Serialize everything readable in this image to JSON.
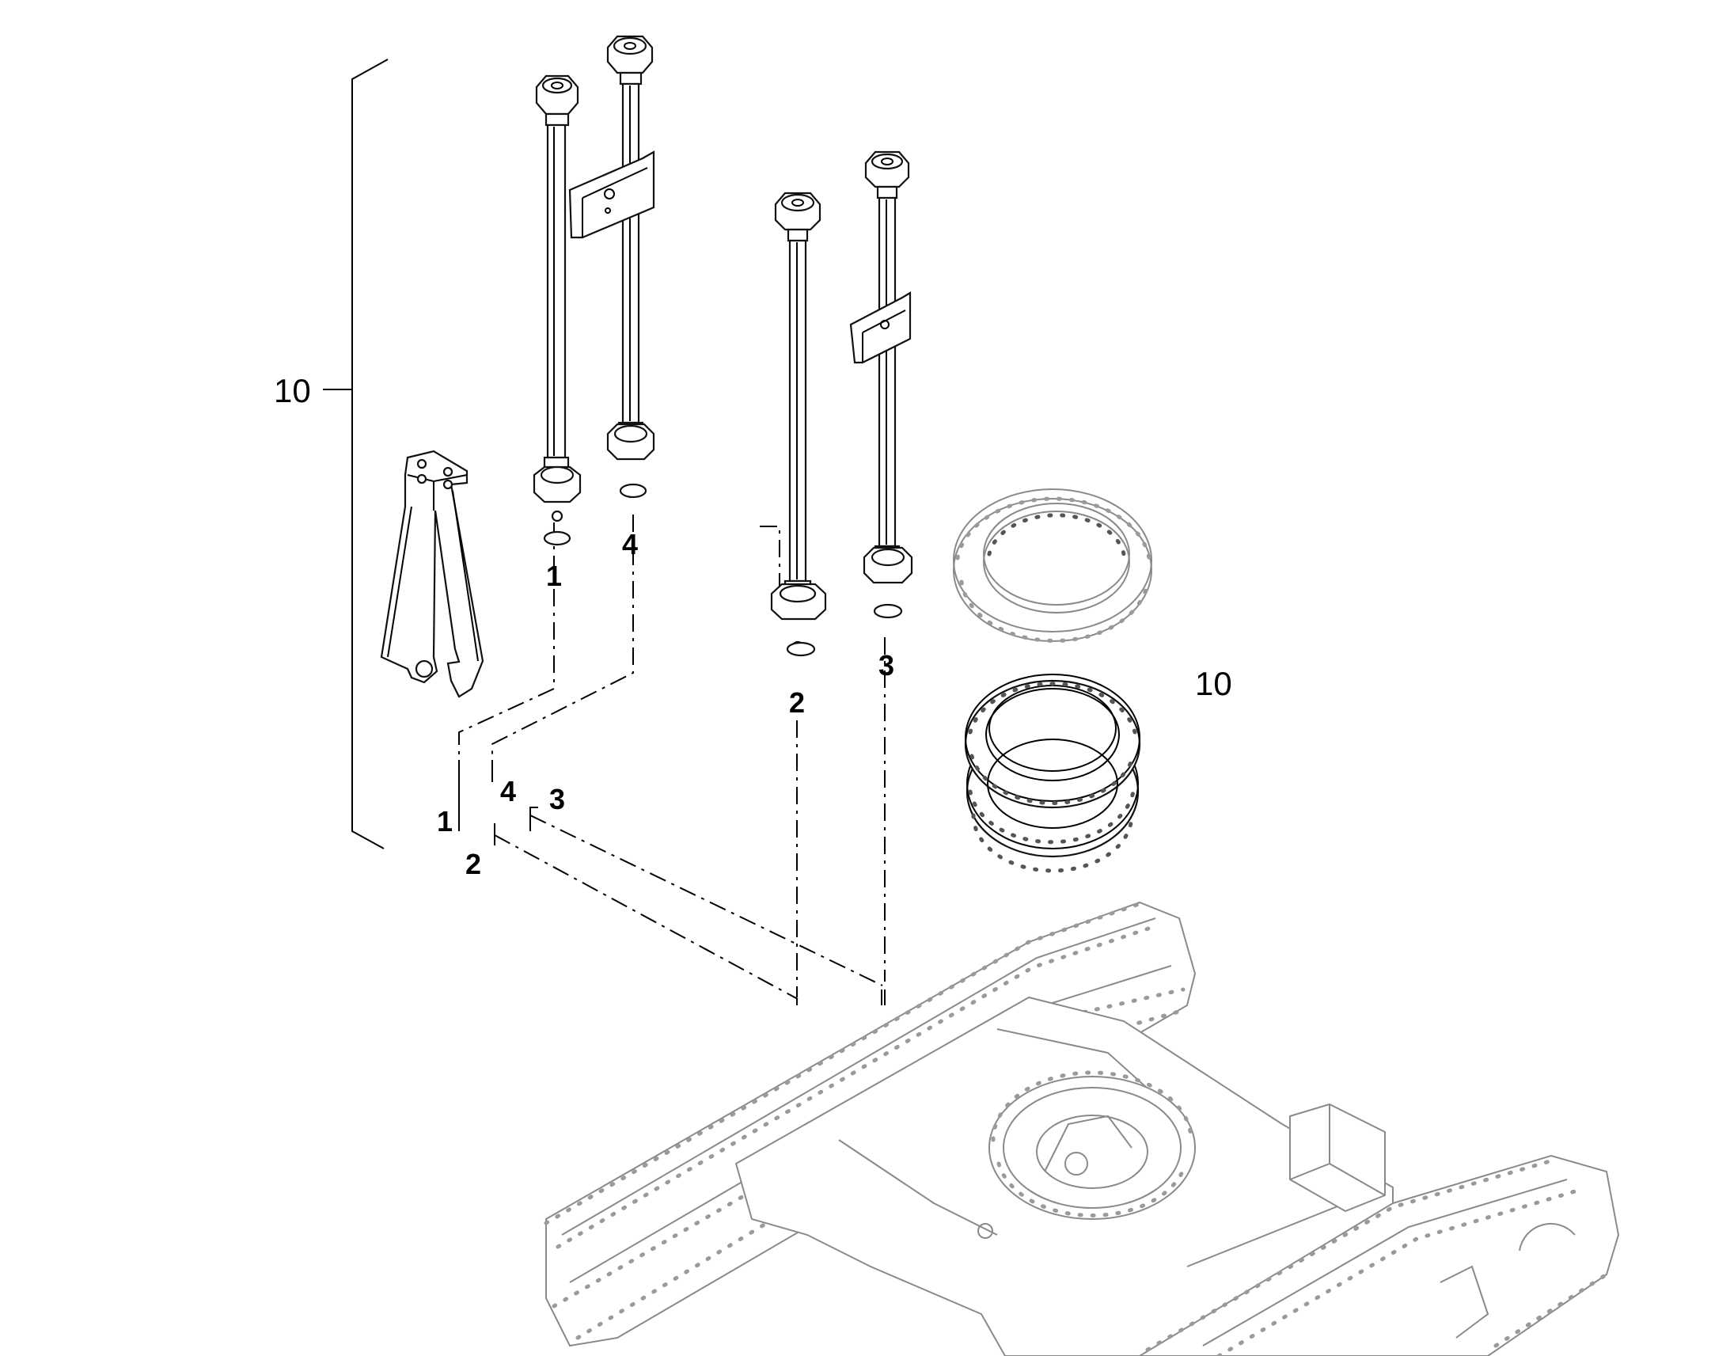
{
  "callouts": {
    "assembly_left": "10",
    "assembly_ring": "10",
    "pos_1_top": "1",
    "pos_4_top": "4",
    "pos_2_top": "2",
    "pos_3_top": "3",
    "pos_1_bottom": "1",
    "pos_4_bottom": "4",
    "pos_3_bottom": "3",
    "pos_2_bottom": "2"
  },
  "icons": {
    "tool": "lifting-tool-icon",
    "pipe": "rotary-pipe-icon",
    "oring": "o-ring-icon",
    "ring": "slewing-ring-icon",
    "undercarriage": "crawler-undercarriage-icon"
  }
}
